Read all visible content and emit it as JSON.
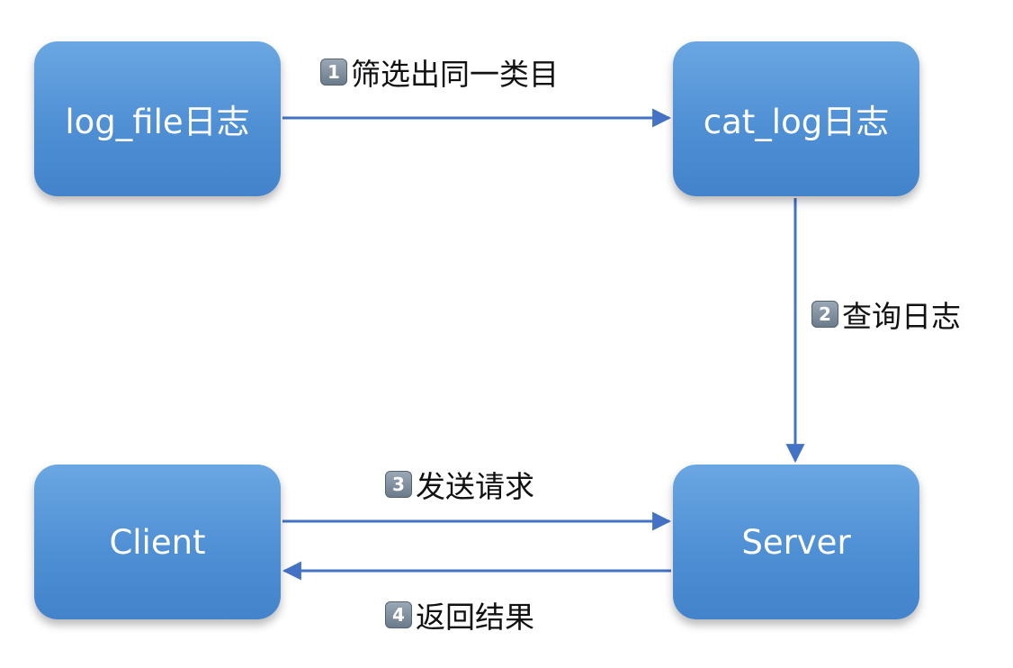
{
  "nodes": {
    "log_file": "log_file日志",
    "cat_log": "cat_log日志",
    "client": "Client",
    "server": "Server"
  },
  "steps": [
    {
      "number": "1",
      "text": "筛选出同一类目"
    },
    {
      "number": "2",
      "text": "查询日志"
    },
    {
      "number": "3",
      "text": "发送请求"
    },
    {
      "number": "4",
      "text": "返回结果"
    }
  ],
  "colors": {
    "node_fill": "#4f8fd4",
    "arrow": "#4472c4"
  }
}
